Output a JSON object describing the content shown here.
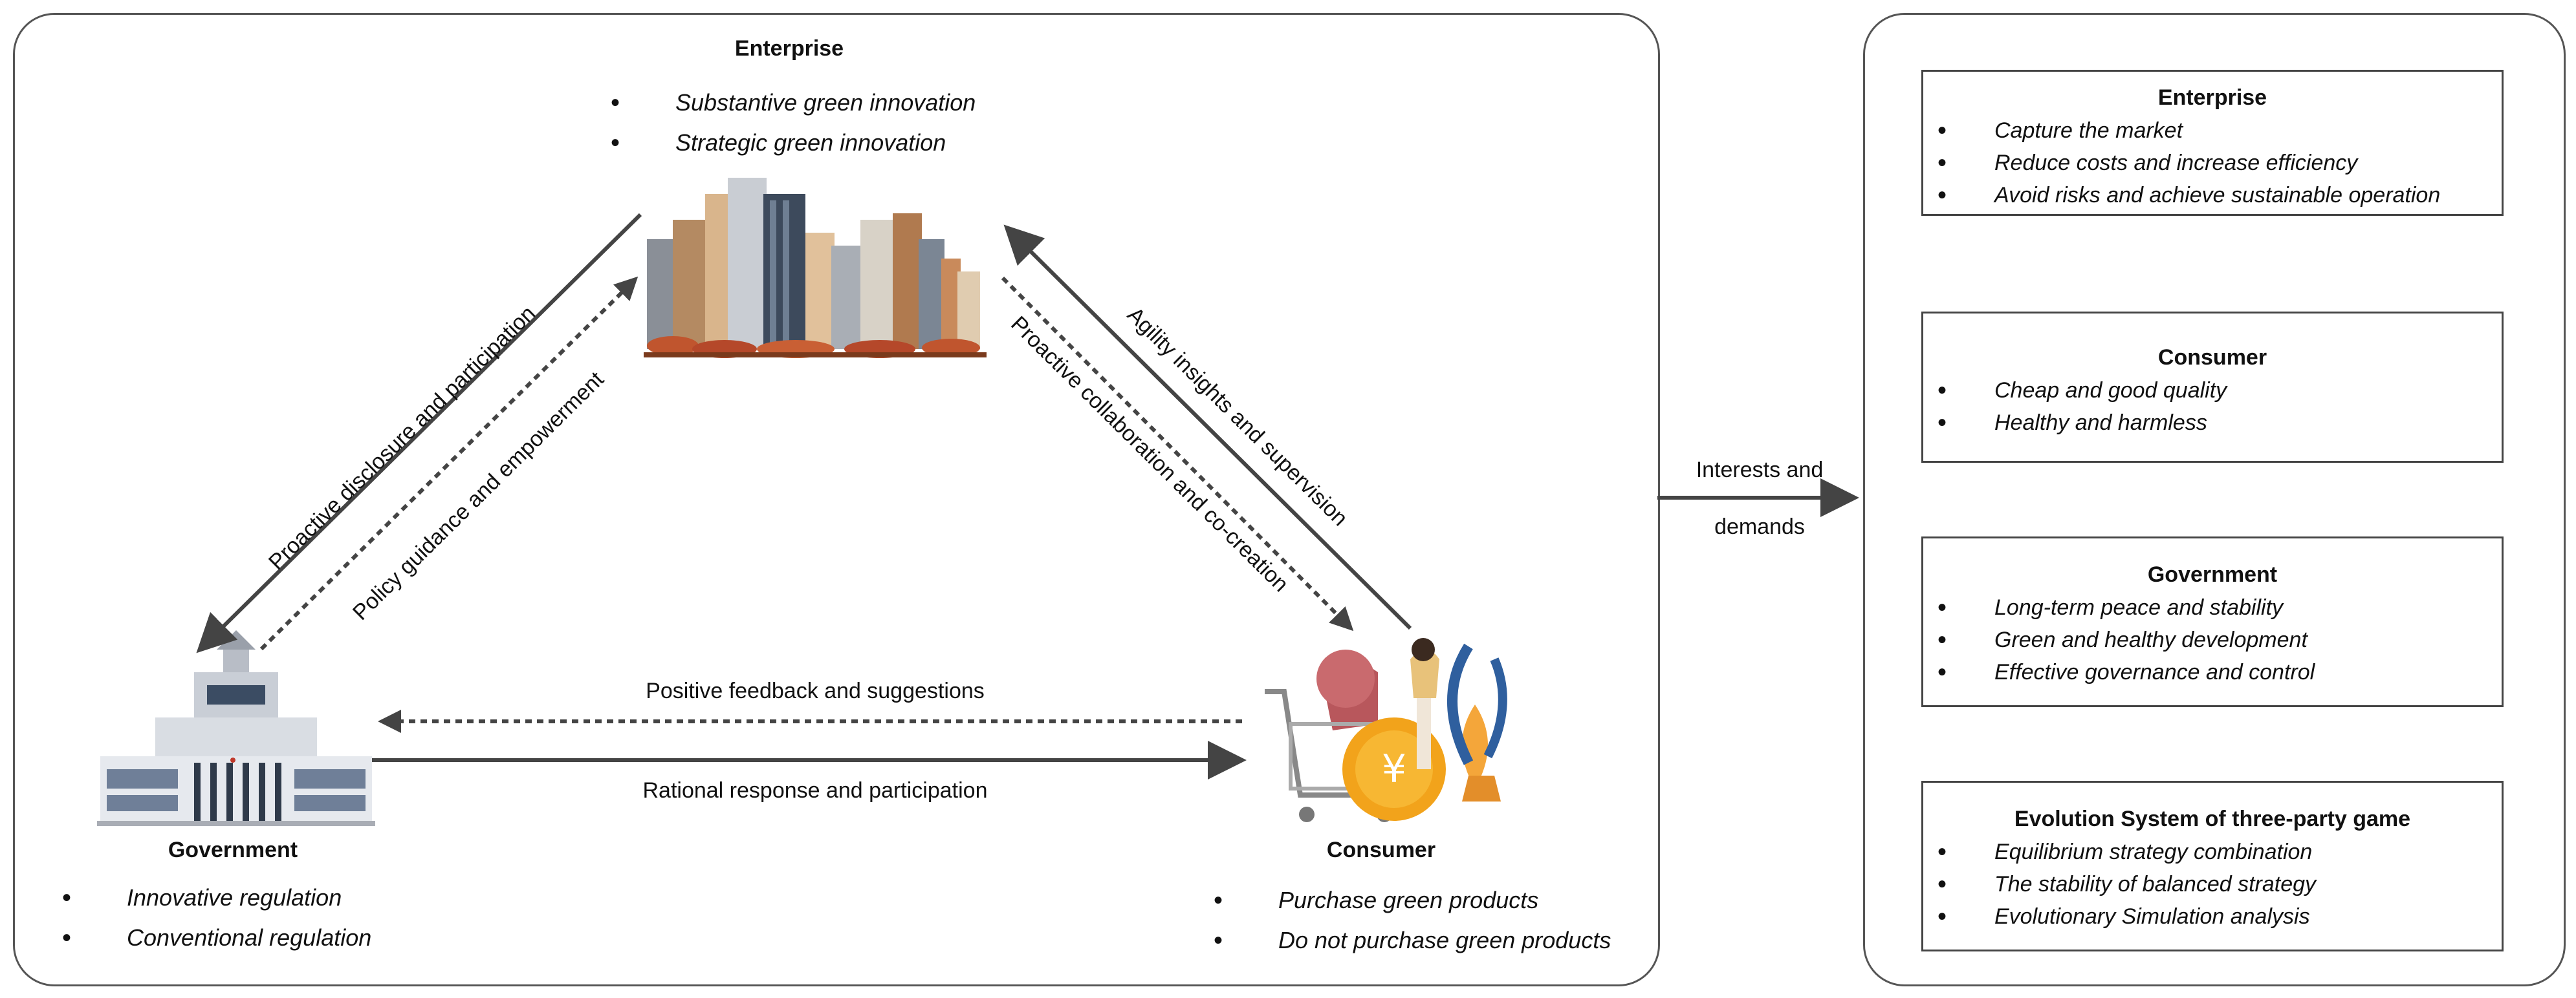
{
  "enterprise": {
    "title": "Enterprise",
    "strategies": [
      "Substantive green innovation",
      "Strategic  green innovation"
    ]
  },
  "government": {
    "title": "Government",
    "strategies": [
      "Innovative regulation",
      "Conventional regulation"
    ]
  },
  "consumer": {
    "title": "Consumer",
    "strategies": [
      "Purchase green products",
      "Do not purchase green products"
    ]
  },
  "relations": {
    "enterprise_to_government": "Proactive disclosure and participation",
    "government_to_enterprise": "Policy guidance and empowerment",
    "consumer_to_enterprise": "Agility insights and supervision",
    "enterprise_to_consumer": "Proactive collaboration and co-creation",
    "consumer_to_government": "Positive feedback and suggestions",
    "government_to_consumer": "Rational response and participation"
  },
  "connector": {
    "line1": "Interests and",
    "line2": "demands"
  },
  "interest_boxes": [
    {
      "title": "Enterprise",
      "items": [
        "Capture the market",
        "Reduce costs and increase efficiency",
        "Avoid risks and achieve sustainable operation"
      ]
    },
    {
      "title": "Consumer",
      "items": [
        "Cheap and good quality",
        "Healthy and harmless"
      ]
    },
    {
      "title": "Government",
      "items": [
        "Long-term peace and stability",
        "Green and healthy development",
        "Effective governance and control"
      ]
    },
    {
      "title": "Evolution System of three-party game",
      "items": [
        "Equilibrium strategy combination",
        "The stability of balanced strategy",
        "Evolutionary Simulation analysis"
      ]
    }
  ],
  "colors": {
    "arrow": "#444444",
    "panel_border": "#555555"
  }
}
